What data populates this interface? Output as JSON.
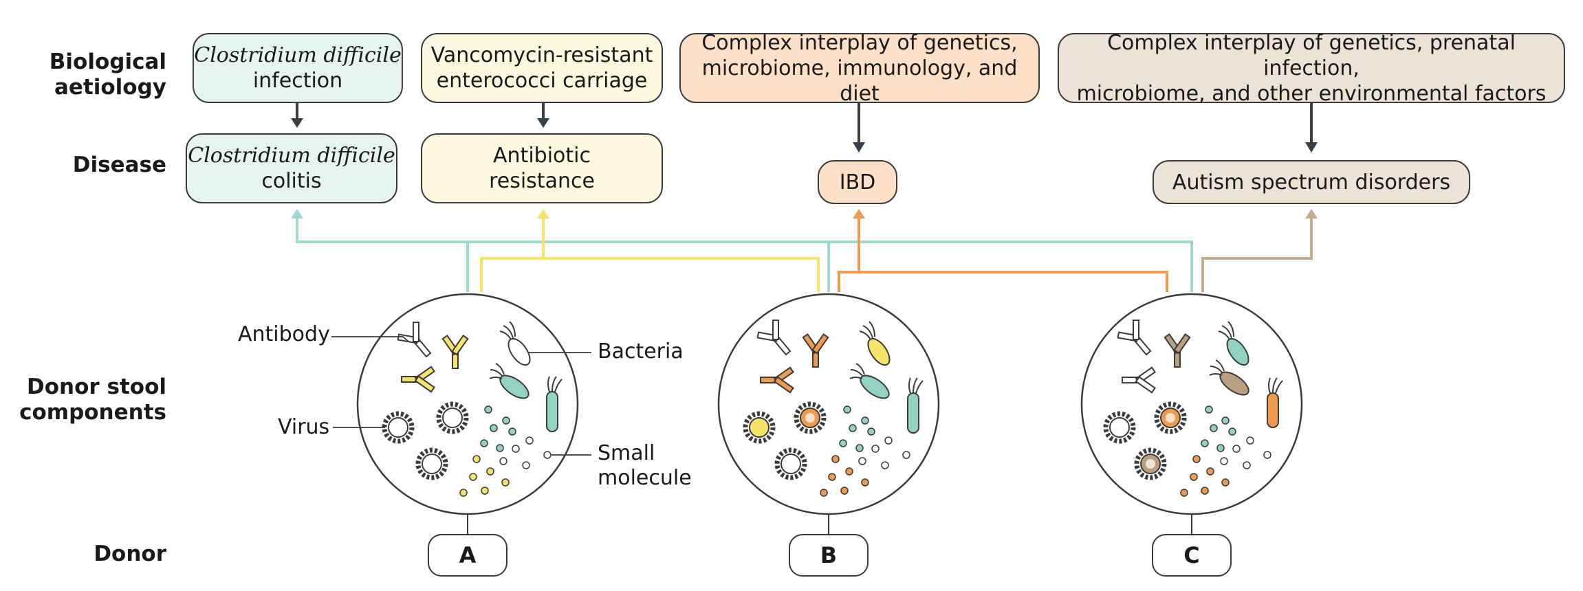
{
  "row_labels": {
    "aetiology_line1": "Biological",
    "aetiology_line2": "aetiology",
    "disease": "Disease",
    "components_line1": "Donor stool",
    "components_line2": "components",
    "donor": "Donor"
  },
  "aetiology": {
    "cdiff_italic": "Clostridium difficile",
    "cdiff_rest": "infection",
    "vre_line1": "Vancomycin-resistant",
    "vre_line2": "enterococci carriage",
    "ibd_line1": "Complex interplay of genetics,",
    "ibd_line2": "microbiome, immunology, and diet",
    "asd_line1": "Complex interplay of genetics, prenatal infection,",
    "asd_line2": "microbiome, and other environmental factors"
  },
  "disease": {
    "cdiff_italic": "Clostridium difficile",
    "cdiff_rest": "colitis",
    "abx_line1": "Antibiotic",
    "abx_line2": "resistance",
    "ibd": "IBD",
    "asd": "Autism spectrum disorders"
  },
  "component_labels": {
    "antibody": "Antibody",
    "bacteria": "Bacteria",
    "virus": "Virus",
    "small_molecule_line1": "Small",
    "small_molecule_line2": "molecule"
  },
  "donors": [
    "A",
    "B",
    "C"
  ],
  "colors": {
    "cdiff_link": "#9ed9cf",
    "abx_link": "#f5e36a",
    "ibd_link": "#ef9b4f",
    "asd_link": "#c4ab89",
    "teal": "#93d1c3",
    "yellow": "#f5e36a",
    "orange": "#ef9b4f",
    "tan": "#b9a080"
  }
}
